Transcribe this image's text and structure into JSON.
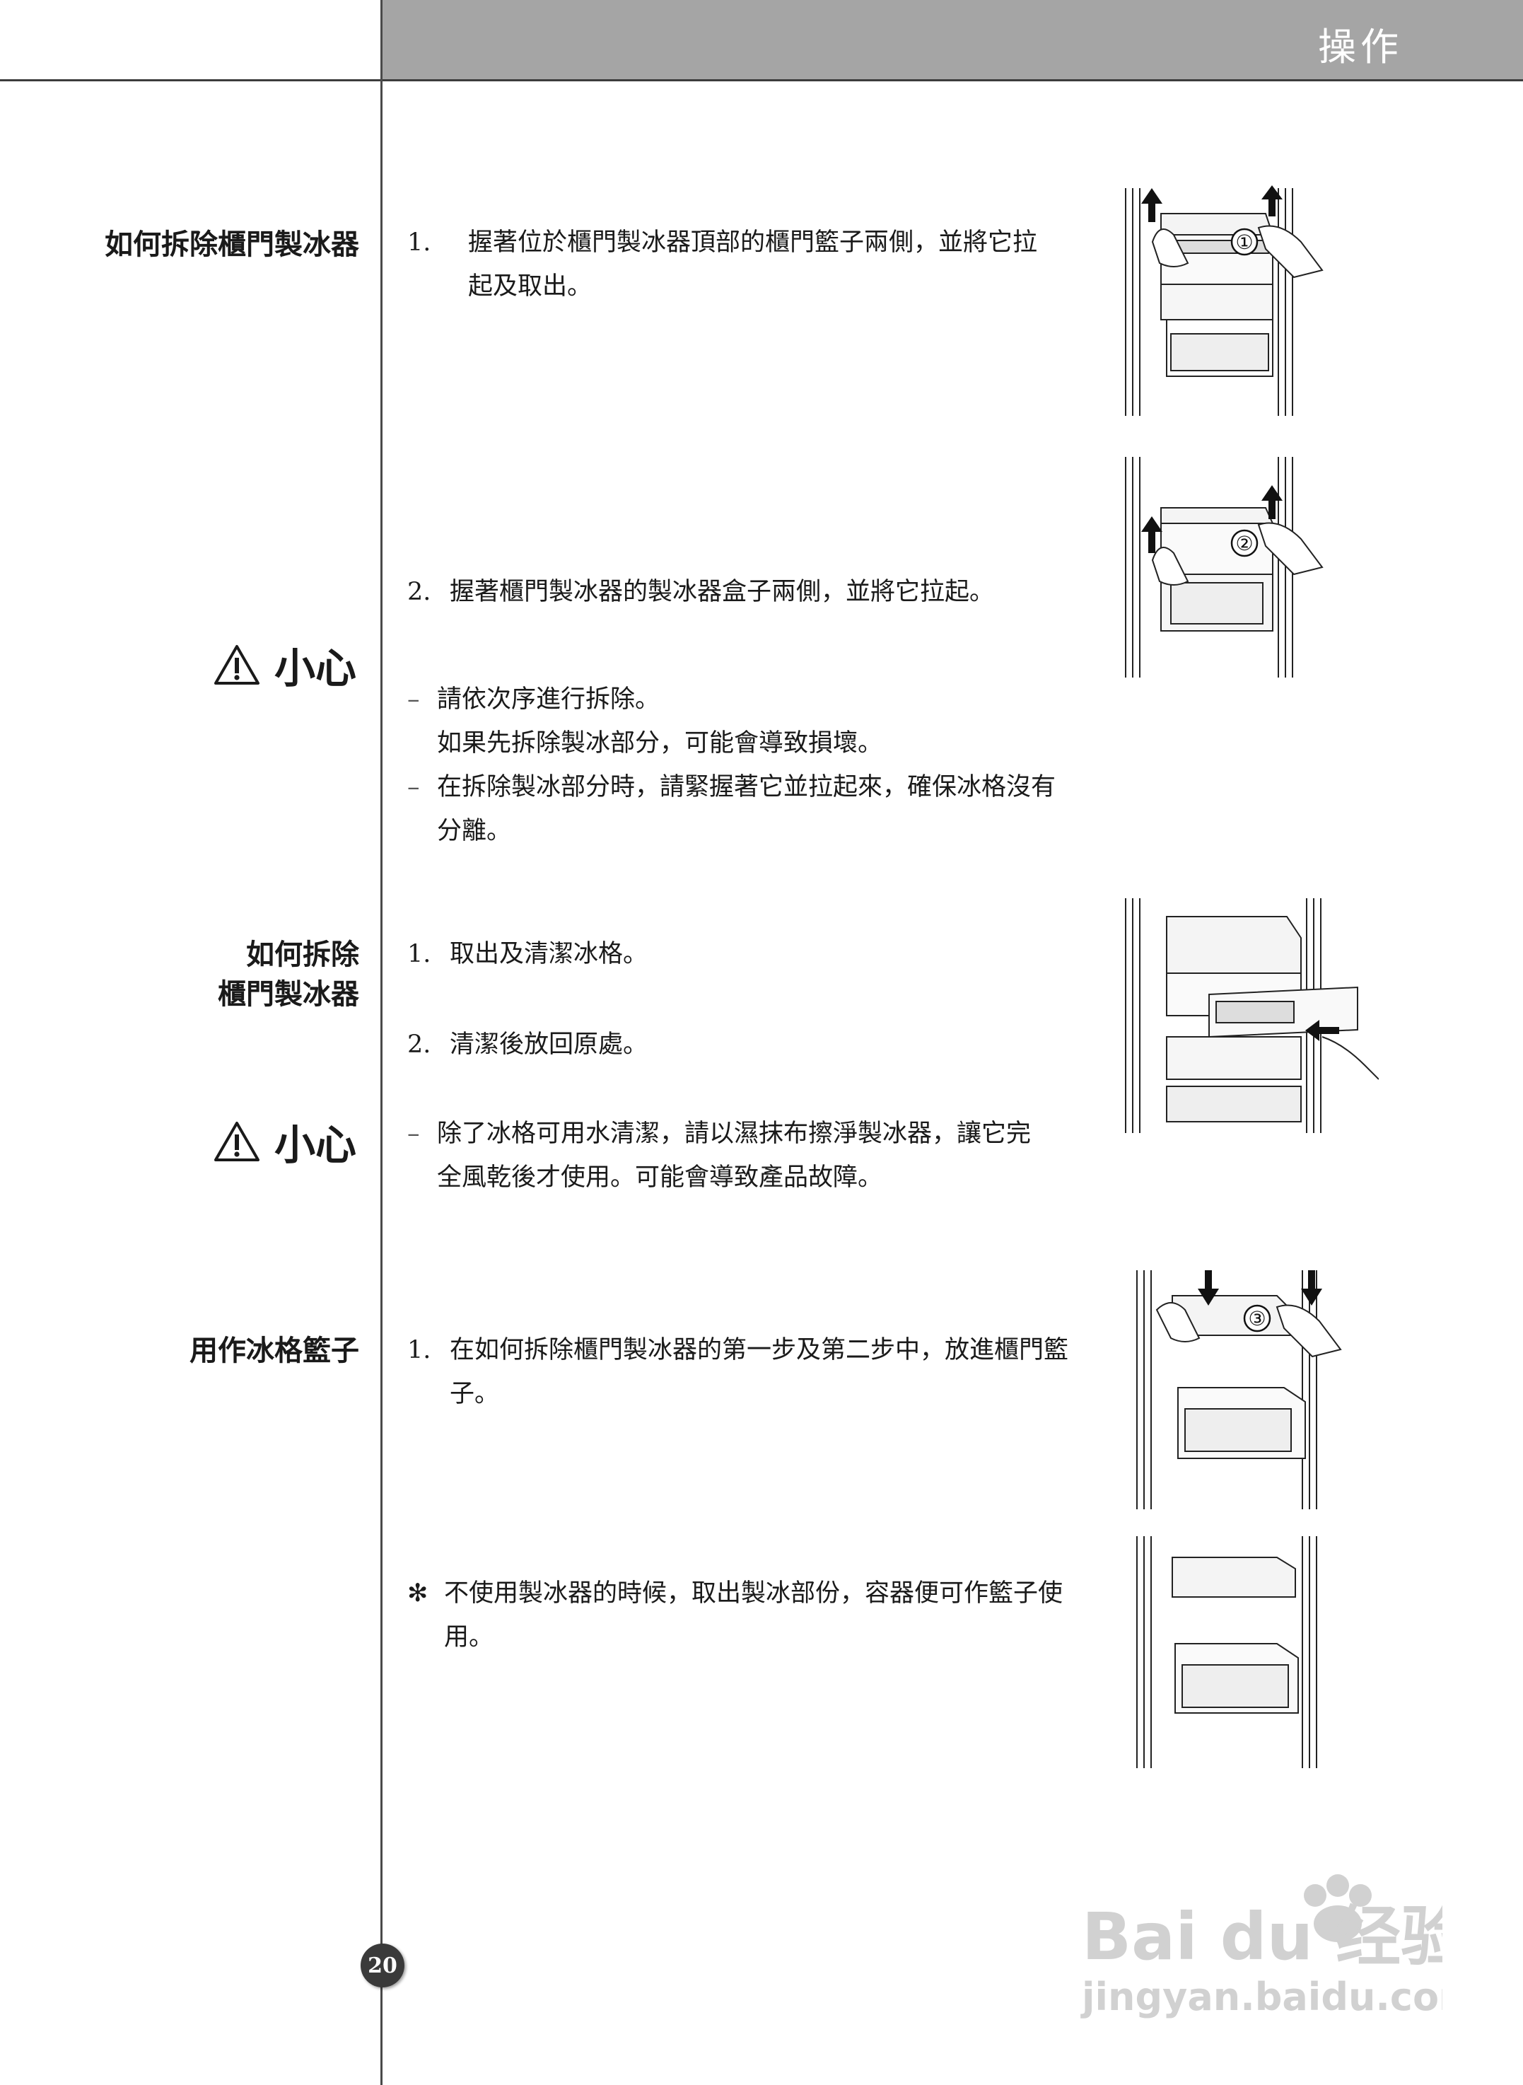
{
  "header": {
    "title": "操作"
  },
  "sections": {
    "remove_door_icemaker": {
      "heading": "如何拆除櫃門製冰器",
      "step1_num": "1.",
      "step1_text": "握著位於櫃門製冰器頂部的櫃門籃子兩側，並將它拉起及取出。",
      "step2_num": "2.",
      "step2_text": "握著櫃門製冰器的製冰器盒子兩側，並將它拉起。"
    },
    "caution1": {
      "title": "小心",
      "item1_line1": "請依次序進行拆除。",
      "item1_line2": "如果先拆除製冰部分，可能會導致損壞。",
      "item2": "在拆除製冰部分時，請緊握著它並拉起來，確保冰格沒有分離。"
    },
    "clean_icemaker": {
      "heading_line1": "如何拆除",
      "heading_line2": "櫃門製冰器",
      "step1_num": "1.",
      "step1_text": "取出及清潔冰格。",
      "step2_num": "2.",
      "step2_text": "清潔後放回原處。"
    },
    "caution2": {
      "title": "小心",
      "item1": "除了冰格可用水清潔，請以濕抹布擦淨製冰器，讓它完全風乾後才使用。可能會導致產品故障。"
    },
    "basket": {
      "heading": "用作冰格籃子",
      "step1_num": "1.",
      "step1_text": "在如何拆除櫃門製冰器的第一步及第二步中，放進櫃門籃子。",
      "note_mark": "✻",
      "note_text": "不使用製冰器的時候，取出製冰部份，容器便可作籃子使用。"
    }
  },
  "illustrations": {
    "fig1_label": "①",
    "fig2_label": "②",
    "fig4_label": "③"
  },
  "dash_mark": "–",
  "page_number": "20",
  "watermark": {
    "brand": "Bai du 经验",
    "url": "jingyan.baidu.com"
  }
}
